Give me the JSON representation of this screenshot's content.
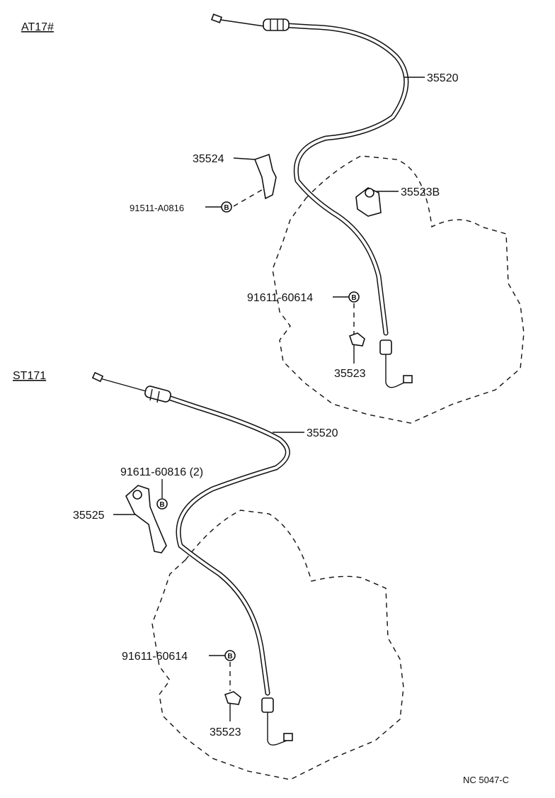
{
  "sections": [
    {
      "model_label": "AT17#",
      "labels": {
        "cable": "35520",
        "clamp": "35524",
        "bolt_clamp": "91511-A0816",
        "clip": "35523B",
        "bolt_bracket": "91611-60614",
        "bracket": "35523"
      }
    },
    {
      "model_label": "ST171",
      "labels": {
        "cable": "35520",
        "bolt_bracket_large": "91611-60816 (2)",
        "bracket_large": "35525",
        "bolt_bracket": "91611-60614",
        "bracket": "35523"
      }
    }
  ],
  "bolt_marker": "B",
  "diagram_code": "NC 5047-C"
}
